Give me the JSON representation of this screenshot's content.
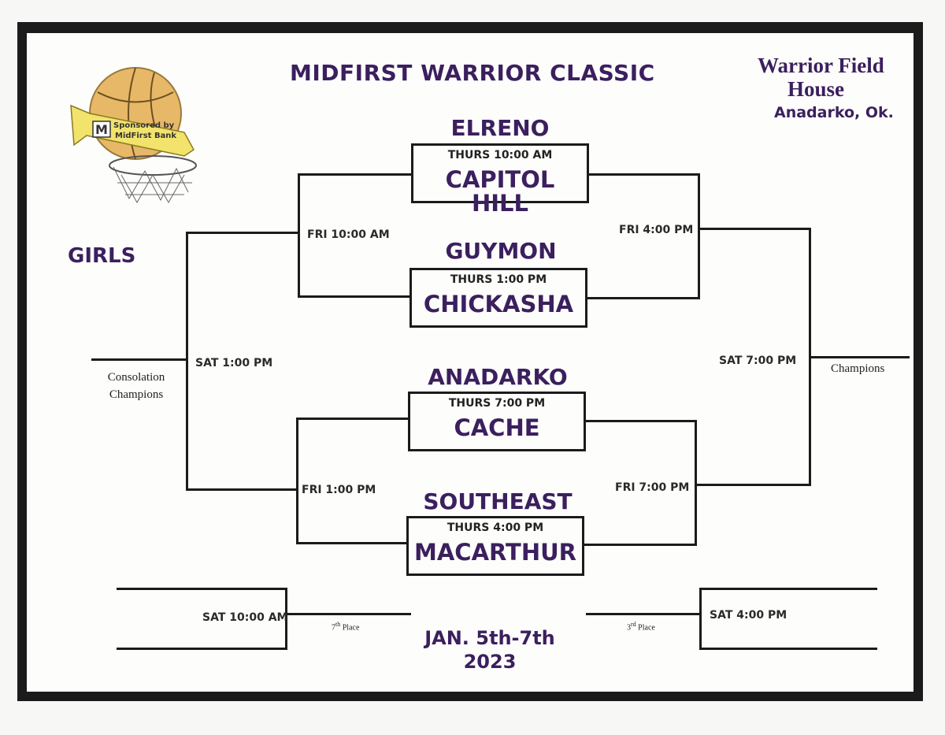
{
  "title": "MIDFIRST WARRIOR CLASSIC",
  "venue": {
    "line1": "Warrior Field",
    "line2": "House",
    "city": "Anadarko, Ok."
  },
  "logo": {
    "sponsor_line1": "Sponsored by",
    "sponsor_line2": "MidFirst Bank",
    "mark": "M"
  },
  "division": "GIRLS",
  "games": [
    {
      "top": "ELRENO",
      "time": "THURS 10:00 AM",
      "bottom": "CAPITOL HILL"
    },
    {
      "top": "GUYMON",
      "time": "THURS 1:00 PM",
      "bottom": "CHICKASHA"
    },
    {
      "top": "ANADARKO",
      "time": "THURS 7:00 PM",
      "bottom": "CACHE"
    },
    {
      "top": "SOUTHEAST",
      "time": "THURS 4:00 PM",
      "bottom": "MACARTHUR"
    }
  ],
  "times": {
    "fri_10am": "FRI 10:00 AM",
    "fri_4pm": "FRI 4:00 PM",
    "fri_1pm": "FRI 1:00 PM",
    "fri_7pm": "FRI 7:00 PM",
    "sat_1pm": "SAT 1:00 PM",
    "sat_7pm": "SAT 7:00 PM",
    "sat_10am": "SAT 10:00 AM",
    "sat_4pm": "SAT 4:00 PM"
  },
  "results": {
    "consolation_1": "Consolation",
    "consolation_2": "Champions",
    "champions": "Champions",
    "seventh": "7",
    "seventh_sup": "th",
    "seventh_rest": " Place",
    "third": "3",
    "third_sup": "rd",
    "third_rest": " Place"
  },
  "dates": {
    "line1": "JAN. 5th-7th",
    "line2": "2023"
  },
  "colors": {
    "purple": "#3b1f5e",
    "line": "#1b1b1b",
    "ball": "#e7b868",
    "ribbon": "#f1e36b"
  }
}
